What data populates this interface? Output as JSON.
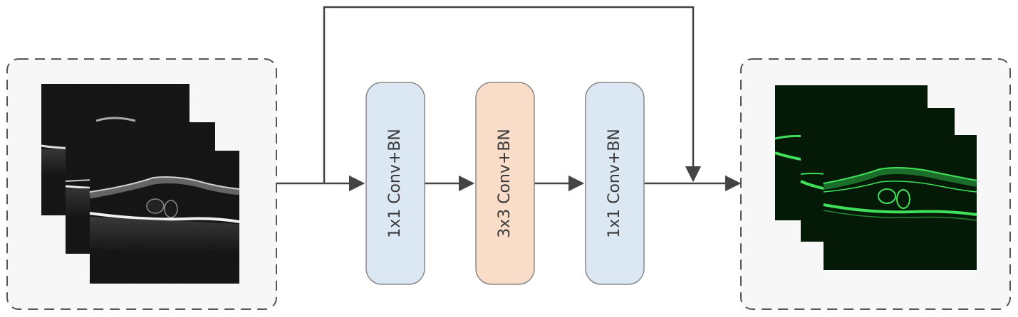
{
  "blocks": [
    {
      "label": "1x1 Conv+BN",
      "fill": "#dbe7f3"
    },
    {
      "label": "3x3 Conv+BN",
      "fill": "#f9ddc9"
    },
    {
      "label": "1x1 Conv+BN",
      "fill": "#dbe7f3"
    }
  ],
  "colors": {
    "arrow": "#444444",
    "panel_border": "#555555",
    "panel_fill": "#f7f7f7",
    "block_border": "#888888",
    "oct_signal": "#dcdcdc",
    "seg_signal": "#3fe05a"
  }
}
